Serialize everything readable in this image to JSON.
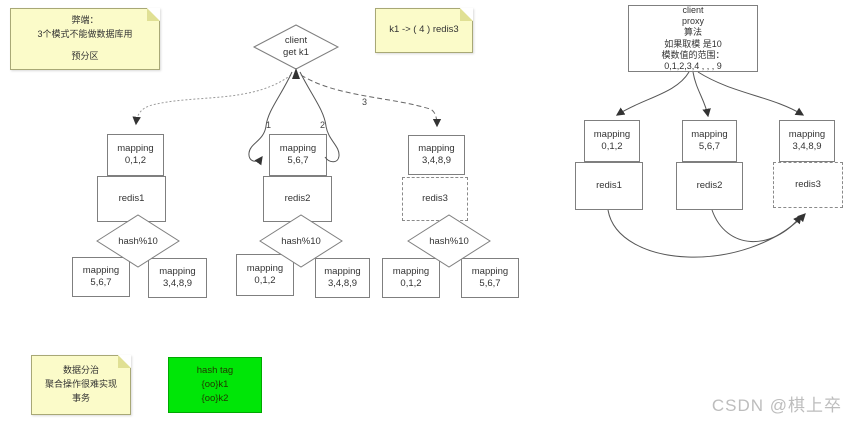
{
  "sticky_notes": {
    "drawback": {
      "lines": [
        "弊端：",
        "3个模式不能做数据库用",
        "",
        "预分区"
      ]
    },
    "k1_lookup": {
      "text": "k1 ->  ( 4 ) redis3"
    },
    "partition": {
      "lines": [
        "数据分治",
        "聚合操作很难实现",
        "事务"
      ]
    }
  },
  "proxy_box": {
    "lines": [
      "client",
      "proxy",
      "算法",
      "如果取模 是10",
      "模数值的范围：",
      "0,1,2,3,4 , , , 9"
    ]
  },
  "hash_tag_box": {
    "lines": [
      "hash tag",
      "{oo}k1",
      "{oo}k2"
    ]
  },
  "client_diamond": {
    "line1": "client",
    "line2": "get k1"
  },
  "edge_labels": {
    "e1": "1",
    "e2": "2",
    "e3": "3"
  },
  "flow": {
    "branches": [
      {
        "top_label": "mapping",
        "top_value": "0,1,2",
        "redis": "redis1",
        "hash": "hash%10",
        "bl_label": "mapping",
        "bl_value": "5,6,7",
        "br_label": "mapping",
        "br_value": "3,4,8,9"
      },
      {
        "top_label": "mapping",
        "top_value": "5,6,7",
        "redis": "redis2",
        "hash": "hash%10",
        "bl_label": "mapping",
        "bl_value": "0,1,2",
        "br_label": "mapping",
        "br_value": "3,4,8,9"
      },
      {
        "top_label": "mapping",
        "top_value": "3,4,8,9",
        "redis": "redis3",
        "hash": "hash%10",
        "bl_label": "mapping",
        "bl_value": "0,1,2",
        "br_label": "mapping",
        "br_value": "5,6,7"
      }
    ]
  },
  "overview": {
    "branches": [
      {
        "label": "mapping",
        "value": "0,1,2",
        "redis": "redis1"
      },
      {
        "label": "mapping",
        "value": "5,6,7",
        "redis": "redis2"
      },
      {
        "label": "mapping",
        "value": "3,4,8,9",
        "redis": "redis3"
      }
    ]
  },
  "watermark": "CSDN @棋上卒",
  "colors": {
    "note_bg": "#fbfbc9",
    "note_border": "#a8a876",
    "green_bg": "#00e607",
    "green_border": "#00a800",
    "box_border": "#7f7f7f",
    "line": "#555555"
  }
}
